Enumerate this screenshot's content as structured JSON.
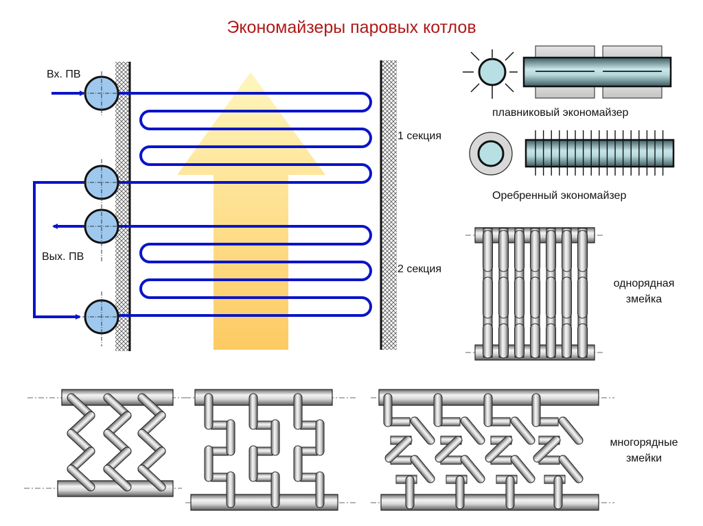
{
  "title": "Экономайзеры паровых котлов",
  "left_diagram": {
    "inlet_label": "Вх. ПВ",
    "outlet_label": "Вых. ПВ",
    "section_labels": [
      "1 секция",
      "2 секция"
    ],
    "pipe_color": "#0a14c8",
    "header_fill": "#9fc8ee",
    "flue_gas_arrow_colors": [
      "#fff4b8",
      "#fdd070"
    ]
  },
  "right_panels": {
    "fin_economizer_label": "плавниковый экономайзер",
    "ribbed_economizer_label": "Оребренный экономайзер",
    "single_row_coil_label_lines": [
      "однорядная",
      "змейка"
    ],
    "multi_row_coil_label_lines": [
      "многорядные",
      "змейки"
    ]
  }
}
